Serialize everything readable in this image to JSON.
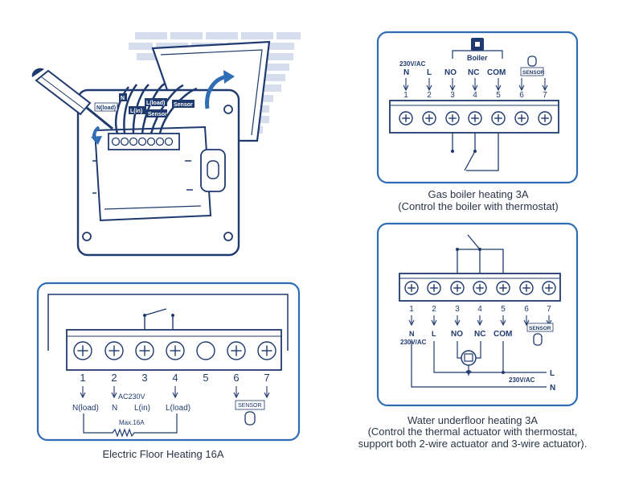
{
  "colors": {
    "line": "#1f3a6e",
    "accent": "#2f6db5",
    "brick": "#c9d3e8",
    "panel_border": "#2f6db5"
  },
  "device": {
    "wire_labels": [
      "N",
      "N(load)",
      "L(in)",
      "L(load)",
      "Sensor",
      "Sensor"
    ],
    "icons": [
      "screwdriver-icon",
      "rotate-arrow-icon",
      "terminal-block-icon"
    ]
  },
  "gas_boiler": {
    "caption_line1": "Gas boiler heating 3A",
    "caption_line2": "(Control the boiler with thermostat)",
    "boiler_label": "Boiler",
    "supply_label": "230V/AC",
    "top_labels": [
      "N",
      "L",
      "NO",
      "NC",
      "COM",
      "SENSOR"
    ],
    "terminal_numbers": [
      "1",
      "2",
      "3",
      "4",
      "5",
      "6",
      "7"
    ]
  },
  "electric_floor": {
    "caption": "Electric Floor Heating 16A",
    "terminal_numbers": [
      "1",
      "2",
      "3",
      "4",
      "5",
      "6",
      "7"
    ],
    "bottom_labels": [
      "N(load)",
      "N",
      "L(in)",
      "L(load)"
    ],
    "ac_label": "AC230V",
    "max_label": "Max.16A",
    "sensor_label": "SENSOR"
  },
  "water_floor": {
    "caption_line1": "Water underfloor heating 3A",
    "caption_line2": "(Control the thermal actuator with thermostat,",
    "caption_line3": "support both 2-wire actuator and 3-wire actuator).",
    "terminal_numbers": [
      "1",
      "2",
      "3",
      "4",
      "5",
      "6",
      "7"
    ],
    "labels": [
      "N",
      "L",
      "NO",
      "NC",
      "COM"
    ],
    "supply_label_left": "230V/AC",
    "supply_label_right": "230V/AC",
    "line_labels": [
      "L",
      "N"
    ],
    "sensor_label": "SENSOR"
  }
}
